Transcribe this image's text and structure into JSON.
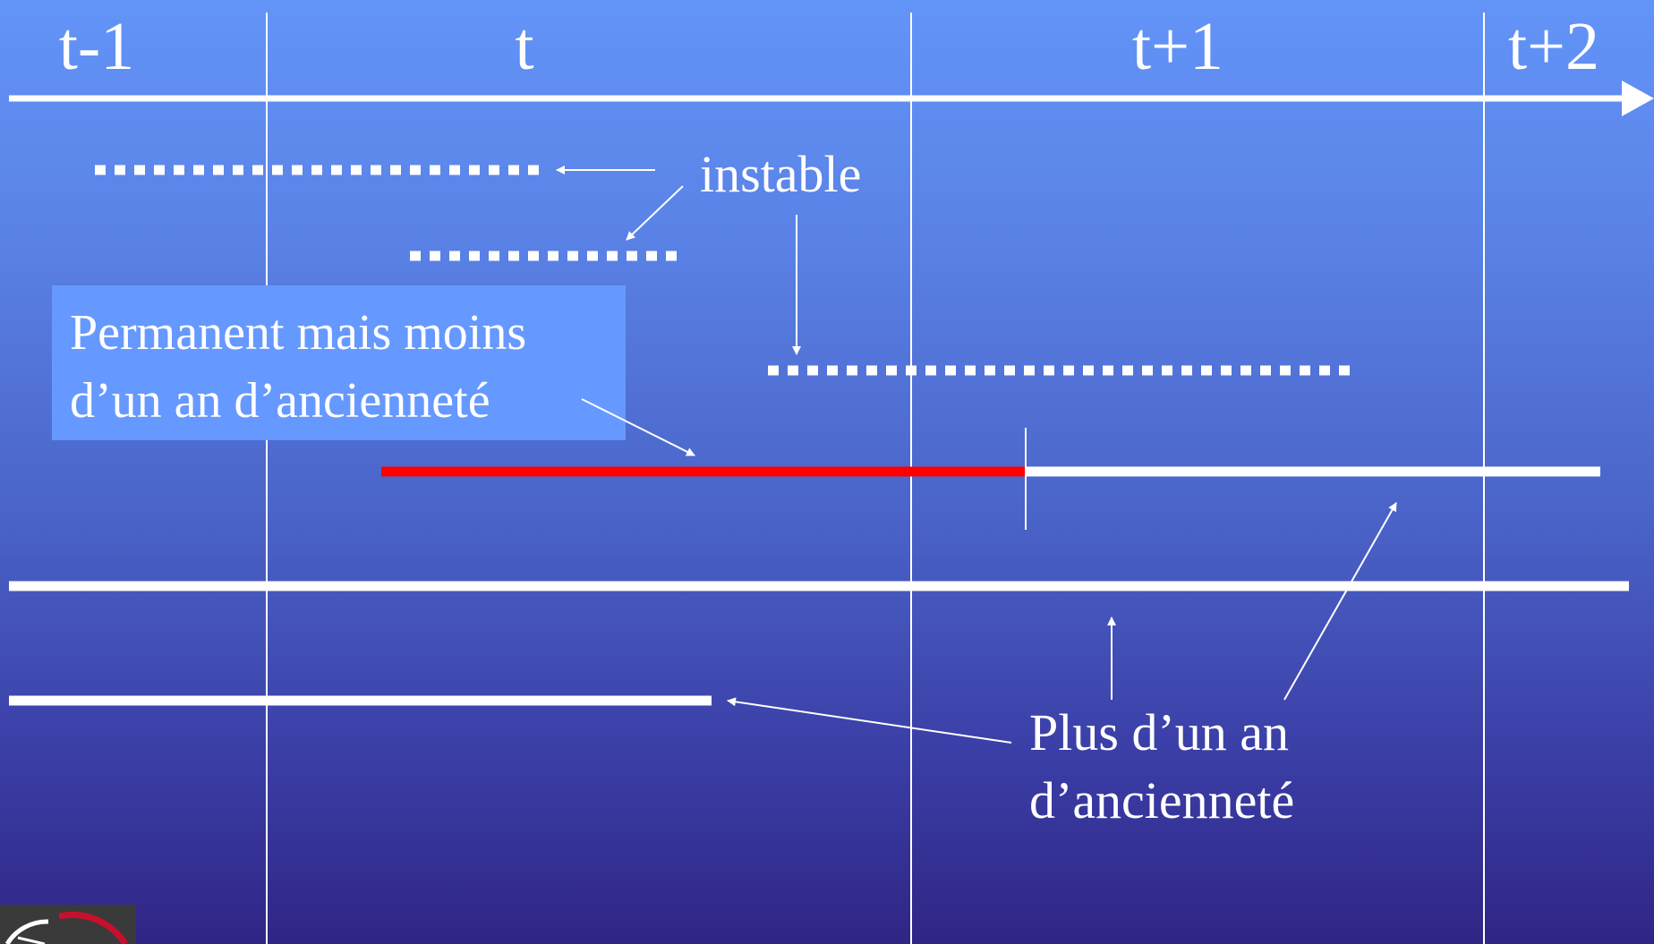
{
  "timeline": {
    "labels": [
      "t-1",
      "t",
      "t+1",
      "t+2"
    ]
  },
  "annotations": {
    "instable": "instable",
    "permanent_box": {
      "line1": "Permanent mais moins",
      "line2": "d’un an d’ancienneté"
    },
    "plus_un_an": {
      "line1": "Plus d’un an",
      "line2": "d’ancienneté"
    }
  },
  "colors": {
    "background_top": "#6394f8",
    "background_bottom": "#302585",
    "lines": "#ffffff",
    "highlight_segment": "#ff0000",
    "box_fill": "#6699ff"
  },
  "logo": {
    "icon": "seal-logo-icon"
  }
}
